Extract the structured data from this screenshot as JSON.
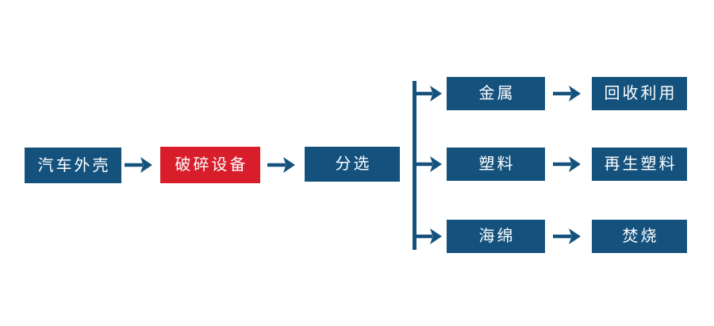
{
  "colors": {
    "node_blue": "#14527D",
    "node_red": "#D81E2B",
    "node_text": "#FFFFFF",
    "connector": "#14527D",
    "background": "#FFFFFF"
  },
  "flow": {
    "main": [
      {
        "id": "source",
        "label": "汽车外壳",
        "style": "blue"
      },
      {
        "id": "crusher",
        "label": "破碎设备",
        "style": "red"
      },
      {
        "id": "sorting",
        "label": "分选",
        "style": "blue"
      }
    ],
    "branches": [
      {
        "material": "金属",
        "result": "回收利用"
      },
      {
        "material": "塑料",
        "result": "再生塑料"
      },
      {
        "material": "海绵",
        "result": "焚烧"
      }
    ]
  }
}
